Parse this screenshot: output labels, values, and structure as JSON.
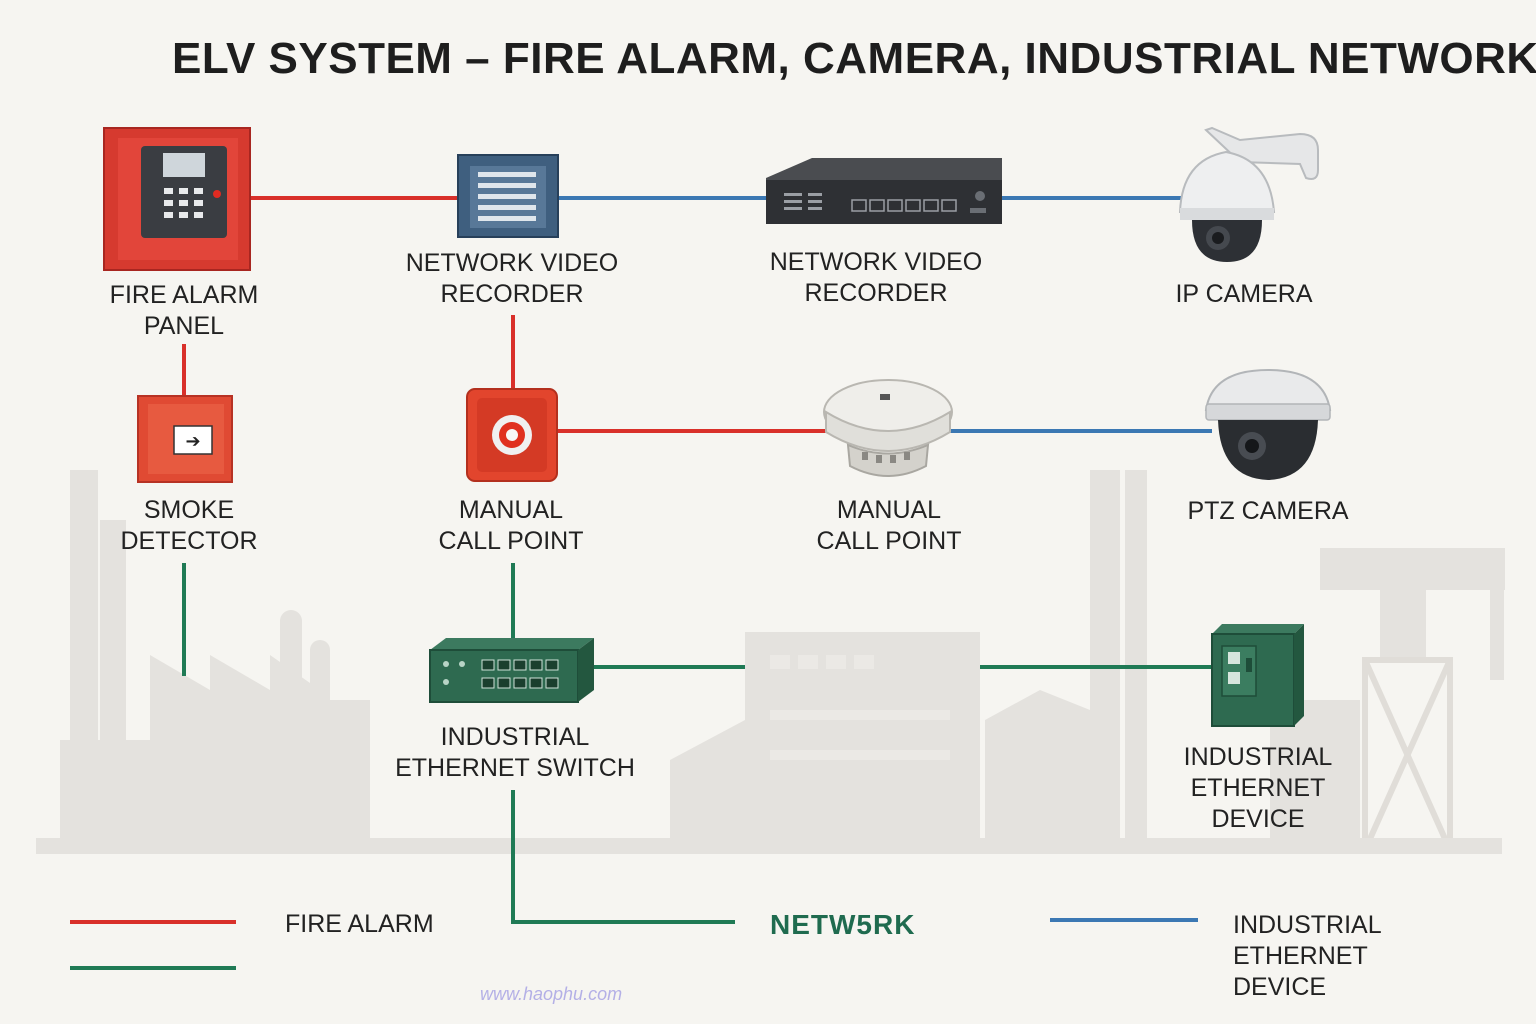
{
  "title": "ELV SYSTEM – FIRE ALARM, CAMERA, INDUSTRIAL NETWORK",
  "colors": {
    "fire": "#d9302a",
    "camera": "#3b78b3",
    "network": "#1f7a55",
    "background": "#f6f5f1",
    "skyline": "#e2e0dc"
  },
  "nodes": {
    "fire_alarm_panel": {
      "label": "FIRE ALARM\nPANEL",
      "icon": "fire-alarm-panel-icon"
    },
    "nvr_left": {
      "label": "NETWORK VIDEO\nRECORDER",
      "icon": "nvr-unit-icon"
    },
    "nvr_right": {
      "label": "NETWORK VIDEO\nRECORDER",
      "icon": "nvr-rack-icon"
    },
    "ip_camera": {
      "label": "IP CAMERA",
      "icon": "ip-camera-icon"
    },
    "smoke_detector": {
      "label": "SMOKE\nDETECTOR",
      "icon": "smoke-detector-icon"
    },
    "manual_call_point_left": {
      "label": "MANUAL\nCALL POINT",
      "icon": "manual-call-point-icon"
    },
    "manual_call_point_right": {
      "label": "MANUAL\nCALL POINT",
      "icon": "ceiling-detector-icon"
    },
    "ptz_camera": {
      "label": "PTZ CAMERA",
      "icon": "dome-camera-icon"
    },
    "industrial_switch": {
      "label": "INDUSTRIAL\nETHERNET SWITCH",
      "icon": "ethernet-switch-icon"
    },
    "industrial_device": {
      "label": "INDUSTRIAL\nETHERNET\nDEVICE",
      "icon": "industrial-cabinet-icon"
    }
  },
  "legend": {
    "fire_alarm": "FIRE ALARM",
    "network": "NETW5RK",
    "industrial_device": "INDUSTRIAL\nETHERNET\nDEVICE"
  },
  "watermark": "www.haophu.com"
}
